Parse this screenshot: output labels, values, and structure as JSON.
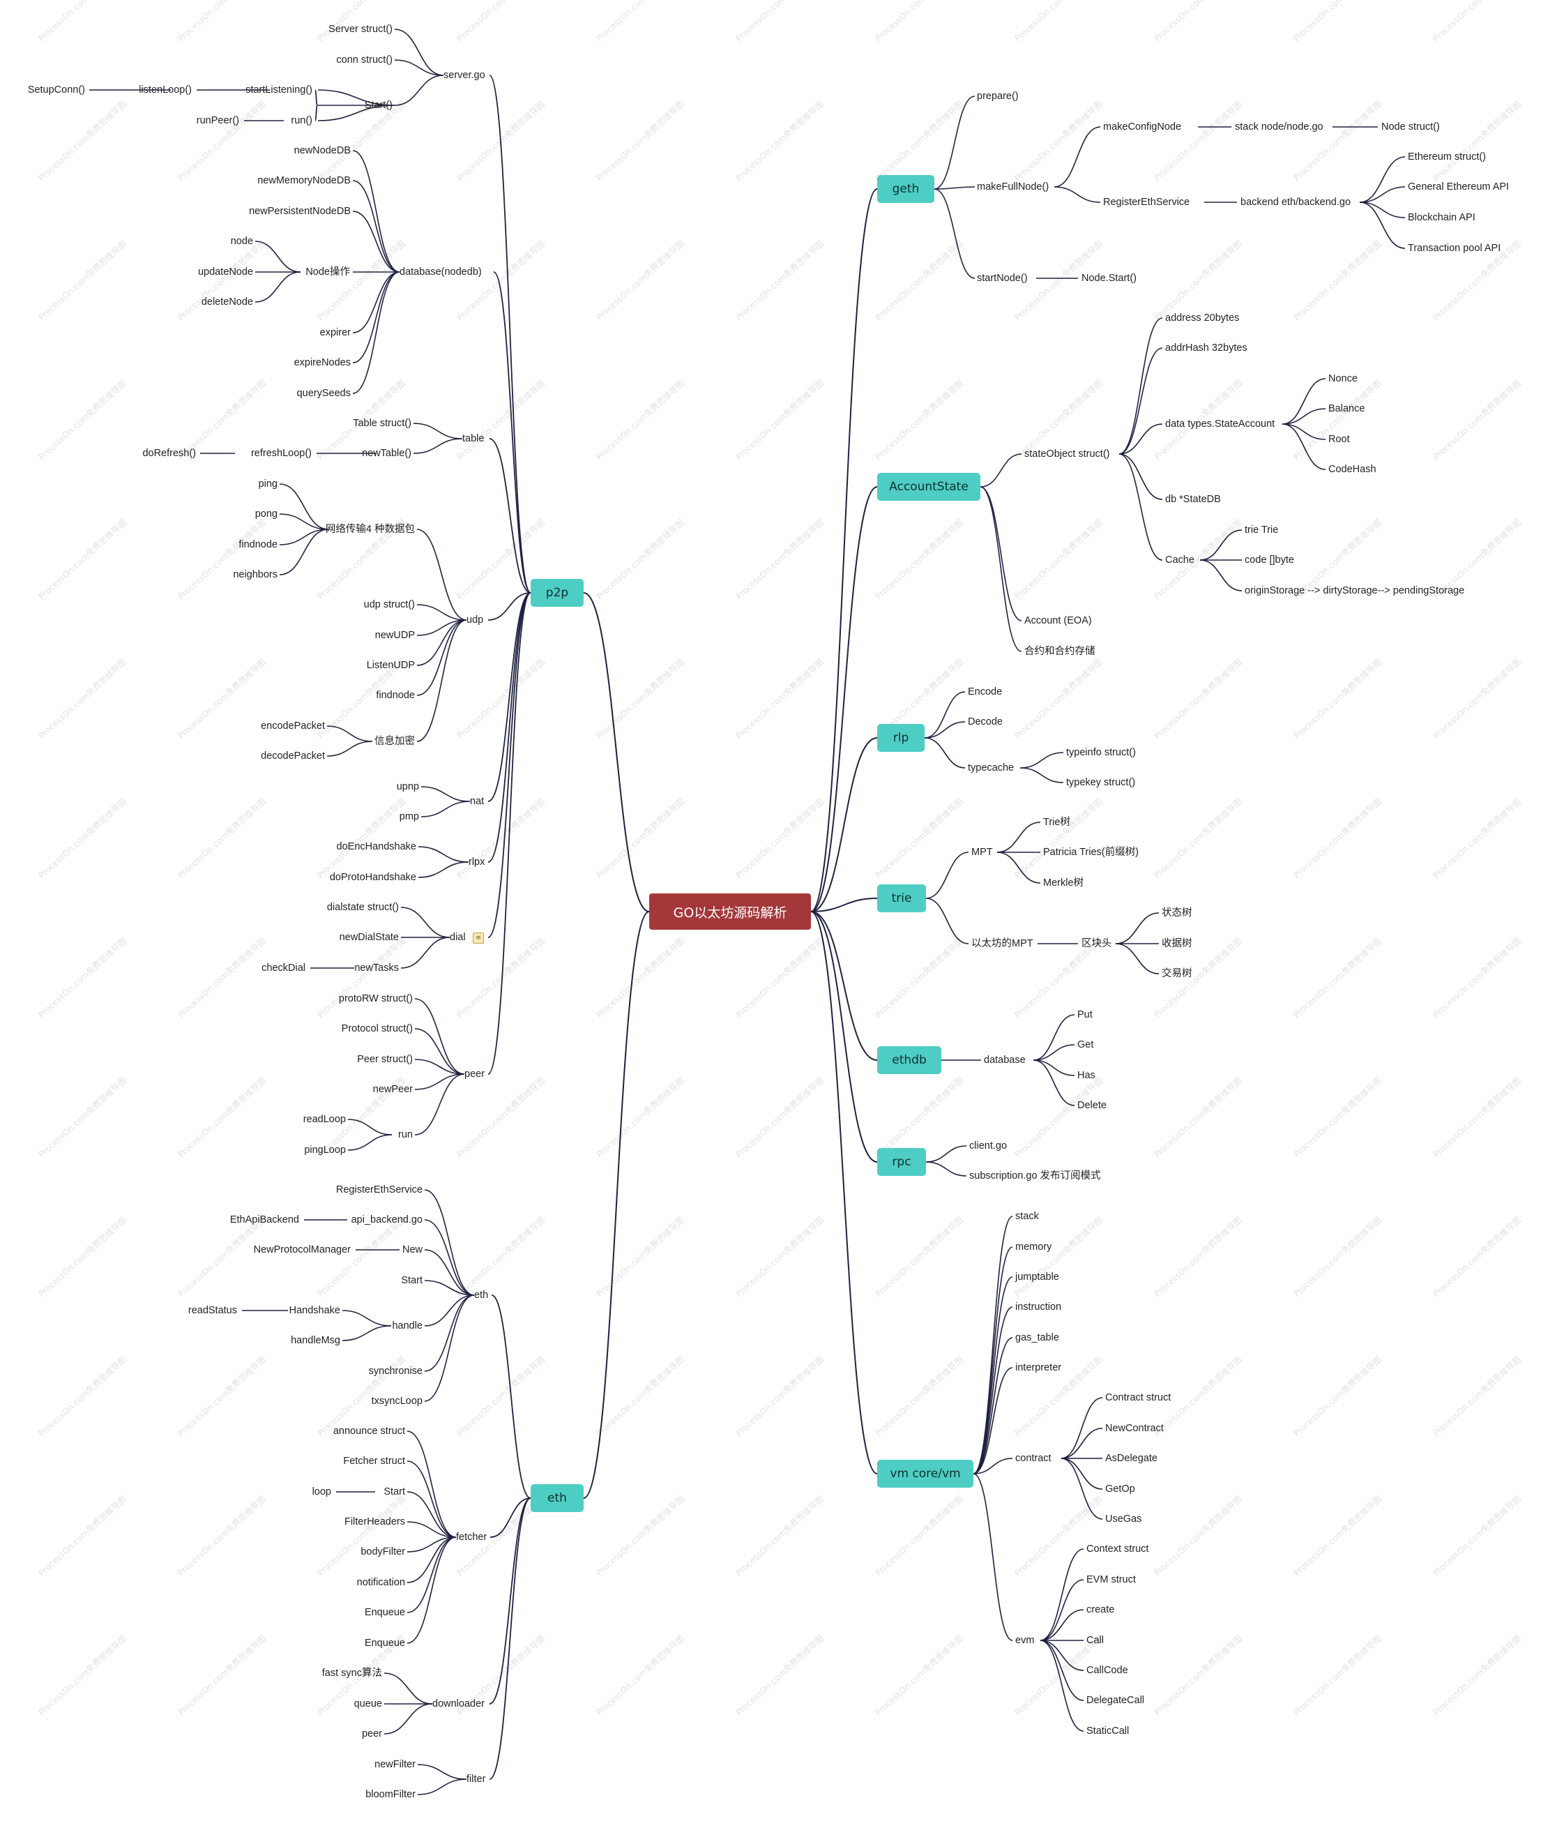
{
  "root": {
    "label": "GO以太坊源码解析"
  },
  "branches": {
    "p2p": "p2p",
    "eth": "eth",
    "geth": "geth",
    "AccountState": "AccountState",
    "rlp": "rlp",
    "trie": "trie",
    "ethdb": "ethdb",
    "rpc": "rpc",
    "vm": "vm core/vm"
  },
  "p2p": {
    "server": {
      "label": "server.go",
      "items": [
        "Server struct()",
        "conn struct()"
      ],
      "start": "Start()",
      "chain": [
        "startListening()",
        "listenLoop()",
        "SetupConn()"
      ],
      "run": [
        "run()",
        "runPeer()"
      ]
    },
    "database": {
      "label": "database(nodedb)",
      "items": [
        "newNodeDB",
        "newMemoryNodeDB",
        "newPersistentNodeDB",
        "expirer",
        "expireNodes",
        "querySeeds"
      ],
      "nodeop": "Node操作",
      "nodeop_items": [
        "node",
        "updateNode",
        "deleteNode"
      ]
    },
    "table": {
      "label": "table",
      "items": [
        "Table struct()",
        "newTable()",
        "refreshLoop()",
        "doRefresh()"
      ]
    },
    "udp": {
      "label": "udp",
      "packets": "网络传输4 种数据包",
      "packet_items": [
        "ping",
        "pong",
        "findnode",
        "neighbors"
      ],
      "items": [
        "udp struct()",
        "newUDP",
        "ListenUDP",
        "findnode"
      ],
      "enc": "信息加密",
      "enc_items": [
        "encodePacket",
        "decodePacket"
      ]
    },
    "nat": {
      "label": "nat",
      "items": [
        "upnp",
        "pmp"
      ]
    },
    "rlpx": {
      "label": "rlpx",
      "items": [
        "doEncHandshake",
        "doProtoHandshake"
      ]
    },
    "dial": {
      "label": "dial",
      "note_icon": "note-icon",
      "items": [
        "dialstate struct()",
        "newDialState",
        "newTasks",
        "checkDial"
      ]
    },
    "peer": {
      "label": "peer",
      "items": [
        "protoRW struct()",
        "Protocol struct()",
        "Peer struct()",
        "newPeer"
      ],
      "run": "run",
      "run_items": [
        "readLoop",
        "pingLoop"
      ]
    }
  },
  "eth": {
    "eth": {
      "label": "eth",
      "items": [
        "RegisterEthService",
        "api_backend.go",
        "EthApiBackend",
        "New",
        "NewProtocolManager",
        "Start",
        "synchronise",
        "txsyncLoop"
      ],
      "handle": "handle",
      "handle_items": [
        "Handshake",
        "readStatus",
        "handleMsg"
      ]
    },
    "fetcher": {
      "label": "fetcher",
      "items": [
        "announce struct",
        "Fetcher struct",
        "Start",
        "loop",
        "FilterHeaders",
        "bodyFilter",
        "notification",
        "Enqueue",
        "Enqueue"
      ]
    },
    "downloader": {
      "label": "downloader",
      "items": [
        "fast sync算法",
        "queue",
        "peer"
      ]
    },
    "filter": {
      "label": "filter",
      "items": [
        "newFilter",
        "bloomFilter"
      ]
    }
  },
  "geth": {
    "items": [
      "prepare()",
      "makeFullNode()",
      "startNode()",
      "Node.Start()"
    ],
    "makeConfigNode": [
      "makeConfigNode",
      "stack node/node.go",
      "Node struct()"
    ],
    "register": [
      "RegisterEthService",
      "backend eth/backend.go"
    ],
    "backend_items": [
      "Ethereum struct()",
      "General Ethereum API",
      "Blockchain API",
      "Transaction pool API"
    ]
  },
  "account": {
    "stateObject": "stateObject struct()",
    "so_items": [
      "address 20bytes",
      "addrHash 32bytes",
      "data types.StateAccount",
      "db *StateDB",
      "Cache"
    ],
    "data_items": [
      "Nonce",
      "Balance",
      "Root",
      "CodeHash"
    ],
    "cache_items": [
      "trie Trie",
      "code []byte",
      "originStorage --> dirtyStorage--> pendingStorage"
    ],
    "others": [
      "Account (EOA)",
      "合约和合约存储"
    ]
  },
  "rlp": {
    "items": [
      "Encode",
      "Decode",
      "typecache"
    ],
    "typecache_items": [
      "typeinfo struct()",
      "typekey struct()"
    ]
  },
  "trie": {
    "mpt": "MPT",
    "mpt_items": [
      "Trie树",
      "Patricia Tries(前缀树)",
      "Merkle树"
    ],
    "eth_mpt": "以太坊的MPT",
    "block_head": "区块头",
    "head_items": [
      "状态树",
      "收据树",
      "交易树"
    ]
  },
  "ethdb": {
    "database": "database",
    "items": [
      "Put",
      "Get",
      "Has",
      "Delete"
    ]
  },
  "rpc": {
    "items": [
      "client.go",
      "subscription.go 发布订阅模式"
    ]
  },
  "vm": {
    "items": [
      "stack",
      "memory",
      "jumptable",
      "instruction",
      "gas_table",
      "interpreter"
    ],
    "contract": "contract",
    "contract_items": [
      "Contract struct",
      "NewContract",
      "AsDelegate",
      "GetOp",
      "UseGas"
    ],
    "evm": "evm",
    "evm_items": [
      "Context struct",
      "EVM struct",
      "create",
      "Call",
      "CallCode",
      "DelegateCall",
      "StaticCall"
    ]
  },
  "watermark": "ProcessOn.com免费思维导图",
  "colors": {
    "root": "#a4373a",
    "branch": "#4ecdc4",
    "line": "#1f2140",
    "text": "#222222"
  }
}
